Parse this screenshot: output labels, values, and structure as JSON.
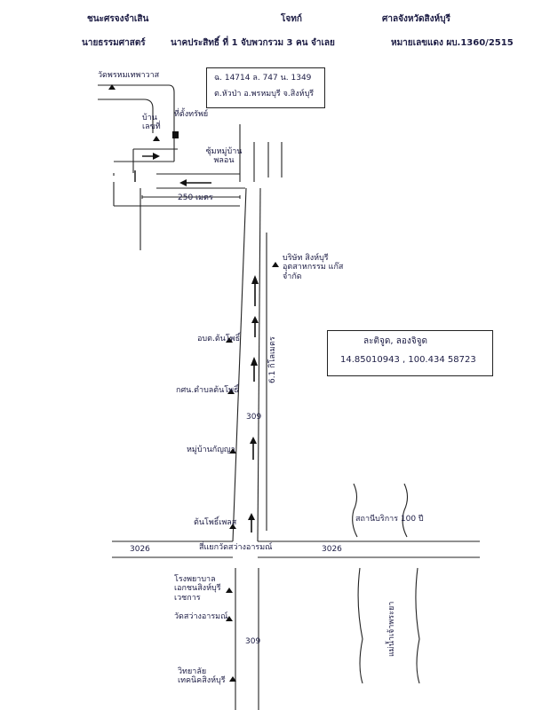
{
  "header": {
    "left_line1": "ชนะศรจงจำเสิน",
    "left_line2": "นายธรรมศาสตร์",
    "center_line1": "โจทก์",
    "center_line2": "นาคประสิทธิ์ ที่ 1 จับพวกรวม 3 คน จำเลย",
    "right_line1": "ศาลจังหวัดสิงห์บุรี",
    "right_line2": "หมายเลขแดง ผบ.1360/2515"
  },
  "deed_box": {
    "line1": "ฉ. 14714 ล. 747 น. 1349",
    "line2": "ต.หัวป่า อ.พรหมบุรี จ.สิงห์บุรี"
  },
  "coords_box": {
    "line1": "ละติจูด, ลองจิจูด",
    "line2": "14.85010943 , 100.434 58723"
  },
  "labels": {
    "temple": "วัดพรหมเทพาวาส",
    "house": "บ้านเลขที่",
    "site": "ที่ตั้งทรัพย์",
    "village": "ซุ้มหมู่บ้านพลอน",
    "distance_250": "250 เมตร",
    "company": "บริษัท สิงห์บุรี อุตสาหกรรม แก๊ส จำกัด",
    "distance_61": "6.1 กิโลเมตร",
    "osot": "อบต.ต้นโพธิ์",
    "tessaban": "กศน.ตำบลต้นโพธิ์",
    "road_309_upper": "309",
    "village_gym": "หมู่บ้านกัญญา",
    "tonpho_village": "ต้นโพธิ์เพลส",
    "gas_station": "สถานีบริการ 100 ปี",
    "junction": "สี่แยกวัดสว่างอารมณ์",
    "road_3026_left": "3026",
    "road_3026_right": "3026",
    "hospital": "โรงพยาบาลเอกชนสิงห์บุรีเวชการ",
    "school_sawang": "วัดสว่างอารมณ์",
    "road_309_lower": "309",
    "college": "วิทยาลัยเทคนิคสิงห์บุรี",
    "river": "แม่น้ำเจ้าพระยา"
  },
  "icons": [
    "arrow-up-icon",
    "arrow-left-icon",
    "arrow-right-icon",
    "triangle-marker-icon",
    "house-icon"
  ]
}
